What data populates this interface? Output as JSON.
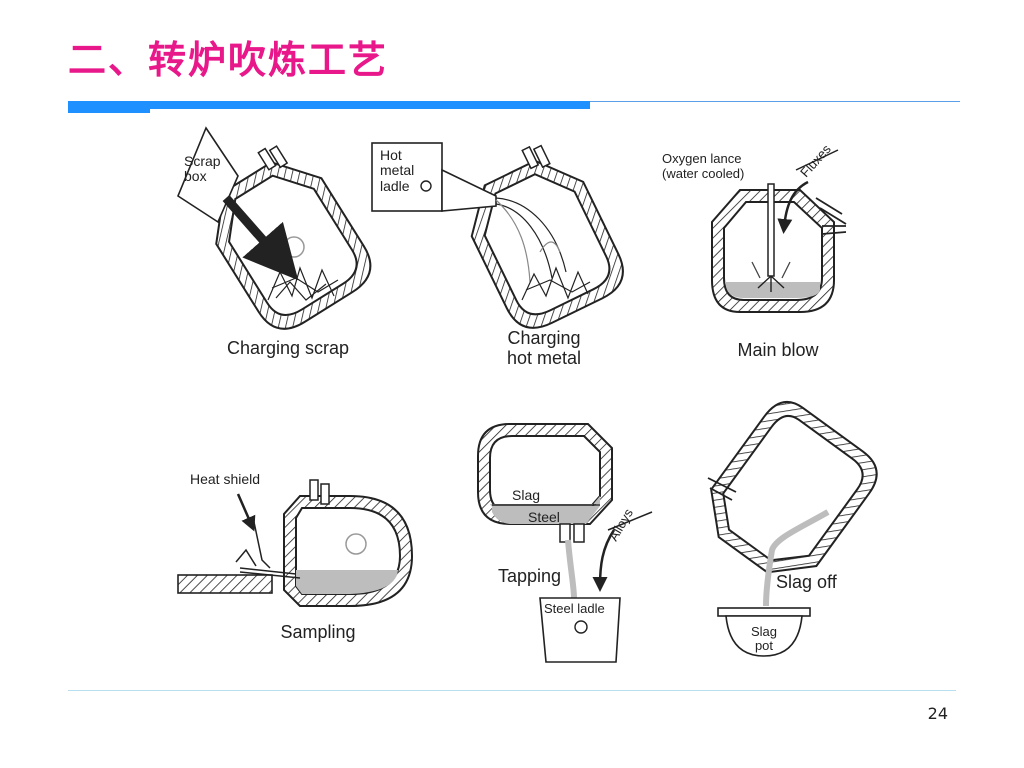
{
  "slide": {
    "title": "二、转炉吹炼工艺",
    "page_number": "24"
  },
  "diagram": {
    "charging_scrap": {
      "caption": "Charging scrap",
      "scrap_box_line1": "Scrap",
      "scrap_box_line2": "box"
    },
    "charging_hot_metal": {
      "caption_line1": "Charging",
      "caption_line2": "hot metal",
      "ladle_line1": "Hot",
      "ladle_line2": "metal",
      "ladle_line3": "ladle"
    },
    "main_blow": {
      "caption": "Main blow",
      "lance_line1": "Oxygen lance",
      "lance_line2": "(water cooled)",
      "fluxes": "Fluxes"
    },
    "sampling": {
      "caption": "Sampling",
      "heat_shield": "Heat shield"
    },
    "tapping": {
      "caption": "Tapping",
      "slag": "Slag",
      "steel": "Steel",
      "alloys": "Alloys",
      "steel_ladle": "Steel ladle"
    },
    "slag_off": {
      "caption": "Slag off",
      "pot_line1": "Slag",
      "pot_line2": "pot"
    }
  },
  "colors": {
    "title": "#e8178a",
    "rule_accent": "#1e90ff",
    "metal_fill": "#bdbdbd",
    "line": "#222222"
  }
}
